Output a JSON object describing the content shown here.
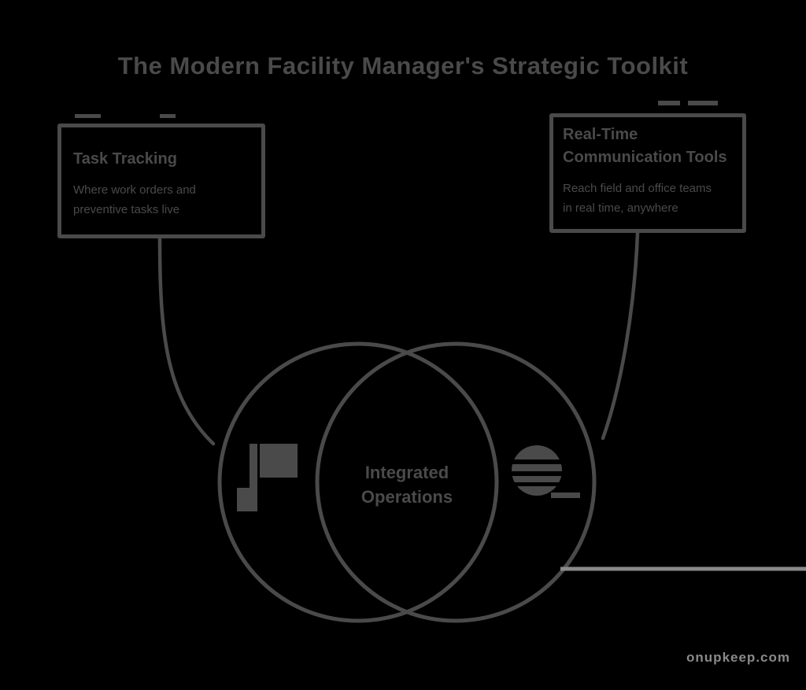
{
  "colors": {
    "background": "#000000",
    "ink": "#4a4a4a",
    "muted": "#8a8a8a"
  },
  "title": "The Modern Facility Manager's Strategic Toolkit",
  "callouts": {
    "left": {
      "heading": "Task Tracking",
      "body_line1": "Where work orders and",
      "body_line2": "preventive tasks live"
    },
    "right": {
      "heading_line1": "Real-Time",
      "heading_line2": "Communication Tools",
      "body_line1": "Reach field and office teams",
      "body_line2": "in real time, anywhere"
    }
  },
  "venn": {
    "left_icon": "flag-icon",
    "right_icon": "chat-bubble-icon",
    "center_line1": "Integrated",
    "center_line2": "Operations"
  },
  "watermark": "onupkeep.com"
}
